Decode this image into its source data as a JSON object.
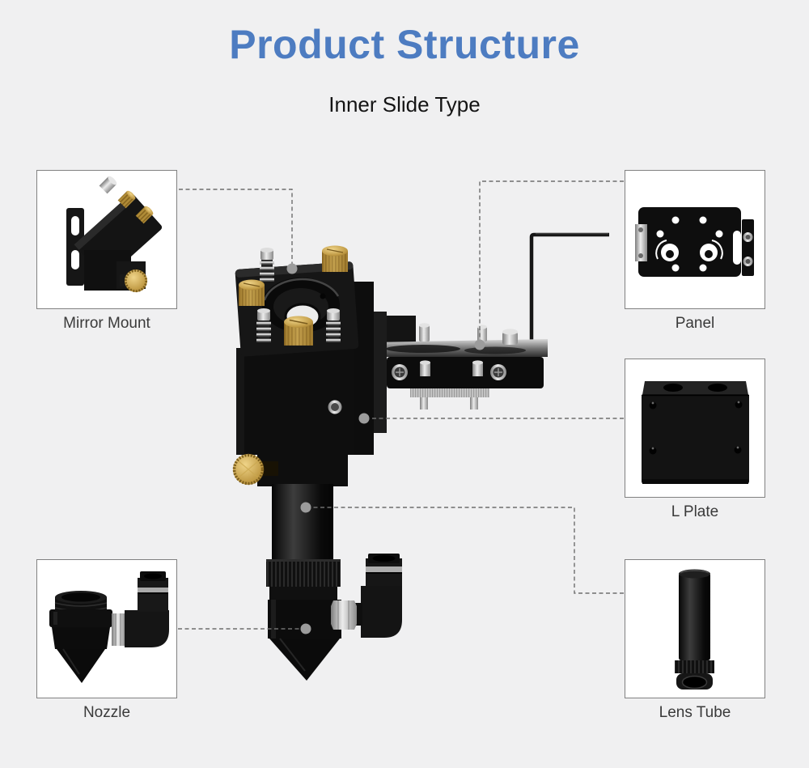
{
  "page": {
    "background_color": "#f0f0f1"
  },
  "header": {
    "title": "Product Structure",
    "subtitle": "Inner Slide Type",
    "title_color": "#4d7cc1"
  },
  "diagram": {
    "main_image": "co2-laser-head-assembly",
    "callouts": [
      {
        "id": "mirror-mount",
        "label": "Mirror Mount",
        "position": "top-left"
      },
      {
        "id": "panel",
        "label": "Panel",
        "position": "top-right"
      },
      {
        "id": "l-plate",
        "label": "L Plate",
        "position": "middle-right"
      },
      {
        "id": "nozzle",
        "label": "Nozzle",
        "position": "bottom-left"
      },
      {
        "id": "lens-tube",
        "label": "Lens Tube",
        "position": "bottom-right"
      }
    ]
  },
  "colors": {
    "title_blue": "#4d7cc1",
    "label_text": "#3a3a3a",
    "box_border": "#818181",
    "box_fill": "#ffffff",
    "connector_line": "#6e6e6e",
    "anchor_dot": "#9c9c9c",
    "brass": "#b98f3e",
    "metal_black": "#111111",
    "silver": "#b9b9b9"
  }
}
